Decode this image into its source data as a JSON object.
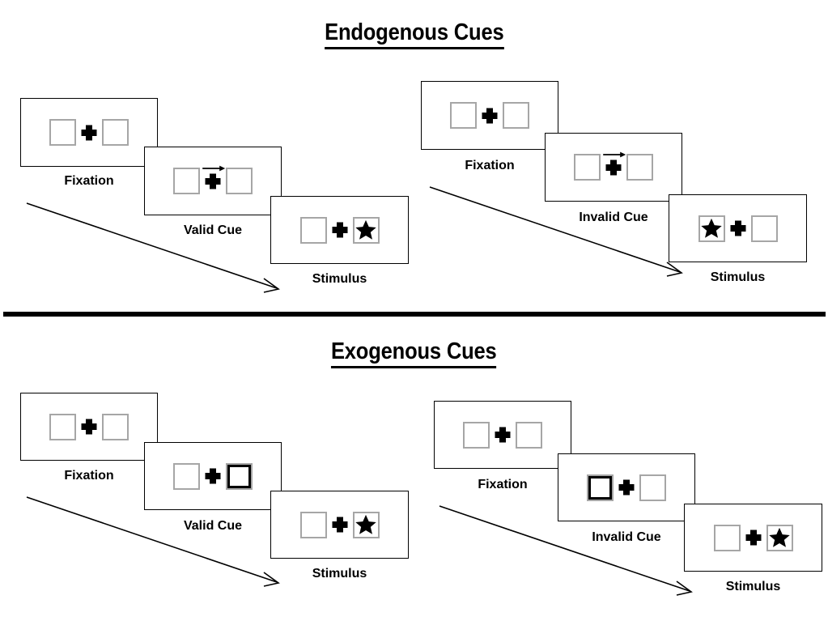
{
  "figure": {
    "title_endogenous": "Endogenous Cues",
    "title_exogenous": "Exogenous Cues"
  },
  "colors": {
    "ink": "#000000",
    "box_outline": "#a6a6a6",
    "panel_border": "#000000",
    "background": "#ffffff"
  },
  "sections": [
    {
      "id": "endogenous",
      "title": "Endogenous Cues",
      "cue_type": "central-arrow",
      "groups": [
        {
          "id": "endogenous-valid",
          "validity": "valid",
          "panels": [
            {
              "caption": "Fixation",
              "left_box": "empty",
              "right_box": "empty",
              "center": "plus",
              "cue": "none"
            },
            {
              "caption": "Valid Cue",
              "left_box": "empty",
              "right_box": "empty",
              "center": "plus-with-arrow",
              "cue": "arrow-right"
            },
            {
              "caption": "Stimulus",
              "left_box": "empty",
              "right_box": "star",
              "center": "plus",
              "cue": "none"
            }
          ]
        },
        {
          "id": "endogenous-invalid",
          "validity": "invalid",
          "panels": [
            {
              "caption": "Fixation",
              "left_box": "empty",
              "right_box": "empty",
              "center": "plus",
              "cue": "none"
            },
            {
              "caption": "Invalid Cue",
              "left_box": "empty",
              "right_box": "empty",
              "center": "plus-with-arrow",
              "cue": "arrow-right"
            },
            {
              "caption": "Stimulus",
              "left_box": "star",
              "right_box": "empty",
              "center": "plus",
              "cue": "none"
            }
          ]
        }
      ]
    },
    {
      "id": "exogenous",
      "title": "Exogenous Cues",
      "cue_type": "peripheral-box",
      "groups": [
        {
          "id": "exogenous-valid",
          "validity": "valid",
          "panels": [
            {
              "caption": "Fixation",
              "left_box": "empty",
              "right_box": "empty",
              "center": "plus",
              "cue": "none"
            },
            {
              "caption": "Valid Cue",
              "left_box": "empty",
              "right_box": "cue-highlight",
              "center": "plus",
              "cue": "box-right"
            },
            {
              "caption": "Stimulus",
              "left_box": "empty",
              "right_box": "star",
              "center": "plus",
              "cue": "none"
            }
          ]
        },
        {
          "id": "exogenous-invalid",
          "validity": "invalid",
          "panels": [
            {
              "caption": "Fixation",
              "left_box": "empty",
              "right_box": "empty",
              "center": "plus",
              "cue": "none"
            },
            {
              "caption": "Invalid Cue",
              "left_box": "cue-highlight",
              "right_box": "empty",
              "center": "plus",
              "cue": "box-left"
            },
            {
              "caption": "Stimulus",
              "left_box": "empty",
              "right_box": "star",
              "center": "plus",
              "cue": "none"
            }
          ]
        }
      ]
    }
  ]
}
